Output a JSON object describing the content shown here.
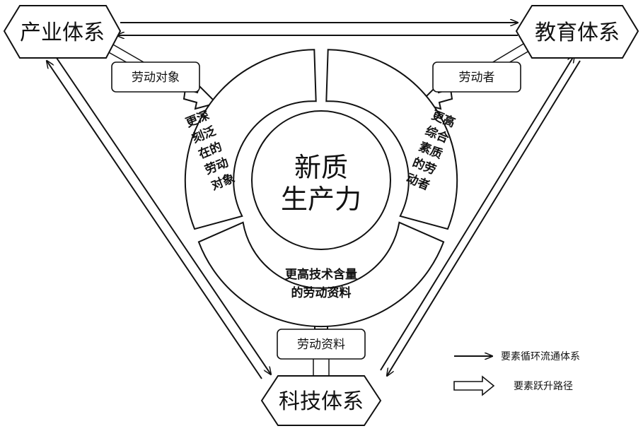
{
  "nodes": {
    "industry": "产业体系",
    "education": "教育体系",
    "technology": "科技体系"
  },
  "elements": {
    "labor_object": "劳动对象",
    "laborer": "劳动者",
    "labor_material": "劳动资料"
  },
  "center": {
    "line1": "新质",
    "line2": "生产力"
  },
  "segments": {
    "left": [
      "更深",
      "刻泛",
      "在的",
      "劳动",
      "对象"
    ],
    "right": [
      "更高",
      "综合",
      "素质",
      "的劳",
      "动者"
    ],
    "bottom": [
      "更高技术含量",
      "的劳动资料"
    ]
  },
  "legend": {
    "circulation": "要素循环流通体系",
    "upgrade": "要素跃升路径"
  },
  "colors": {
    "line": "#111111",
    "fill": "#ffffff"
  }
}
